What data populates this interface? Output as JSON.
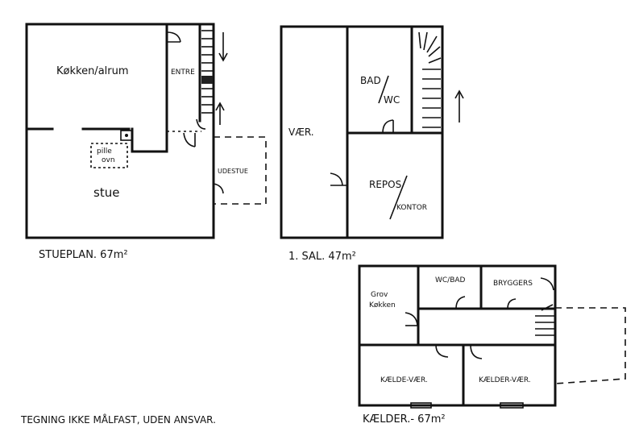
{
  "ground_floor": {
    "label": "STUEPLAN. 67m²",
    "rooms": {
      "kitchen": "Køkken/alrum",
      "entrance": "ENTRE",
      "stove": [
        "pille",
        "ovn"
      ],
      "living": "stue",
      "annex": "UDESTUE"
    }
  },
  "first_floor": {
    "label": "1. SAL. 47m²",
    "rooms": {
      "room": "VÆR.",
      "bath": [
        "BAD",
        "WC"
      ],
      "landing": [
        "REPOS",
        "KONTOR"
      ]
    }
  },
  "basement": {
    "label": "KÆLDER.- 67m²",
    "rooms": {
      "kitchen": [
        "Grov",
        "Køkken"
      ],
      "wc": "WC/BAD",
      "utility": "BRYGGERS",
      "room1": "KÆLDE-VÆR.",
      "room2": "KÆLDER-VÆR."
    }
  },
  "disclaimer": "TEGNING IKKE MÅLFAST, UDEN ANSVAR."
}
